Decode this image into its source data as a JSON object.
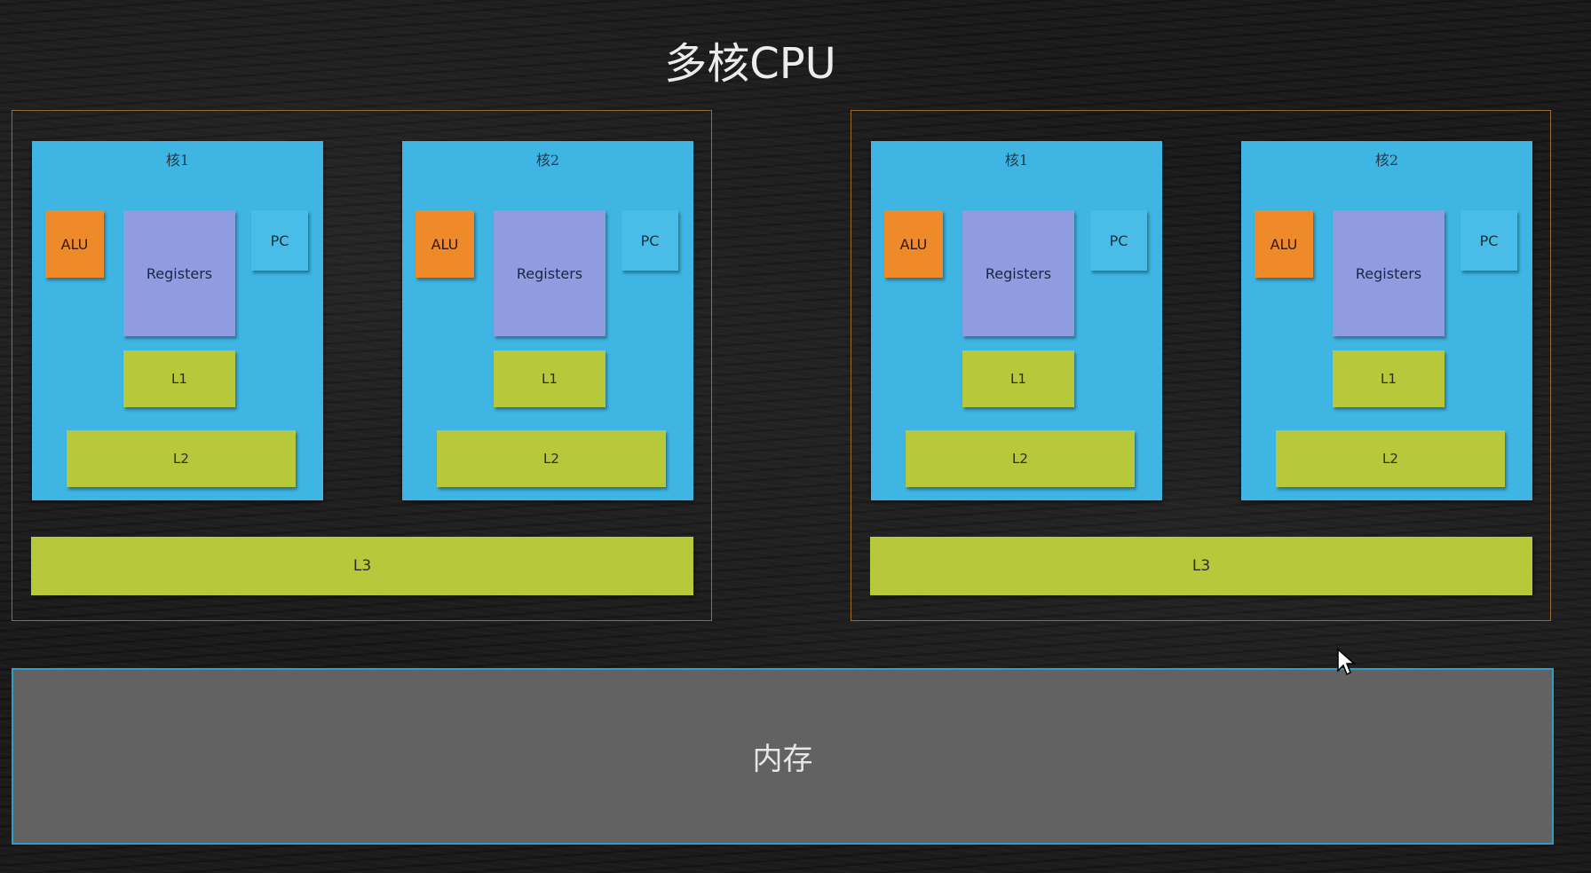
{
  "title": "多核CPU",
  "cpus": [
    {
      "cores": [
        {
          "label": "核1",
          "alu": "ALU",
          "registers": "Registers",
          "pc": "PC",
          "l1": "L1",
          "l2": "L2"
        },
        {
          "label": "核2",
          "alu": "ALU",
          "registers": "Registers",
          "pc": "PC",
          "l1": "L1",
          "l2": "L2"
        }
      ],
      "l3": "L3"
    },
    {
      "cores": [
        {
          "label": "核1",
          "alu": "ALU",
          "registers": "Registers",
          "pc": "PC",
          "l1": "L1",
          "l2": "L2"
        },
        {
          "label": "核2",
          "alu": "ALU",
          "registers": "Registers",
          "pc": "PC",
          "l1": "L1",
          "l2": "L2"
        }
      ],
      "l3": "L3"
    }
  ],
  "memory": "内存",
  "colors": {
    "core": "#3eb5e2",
    "alu": "#ef8a2b",
    "registers": "#8f9ce0",
    "cache": "#b7c93a",
    "memory": "#626262",
    "cpu_border": "#9a6a2e"
  }
}
